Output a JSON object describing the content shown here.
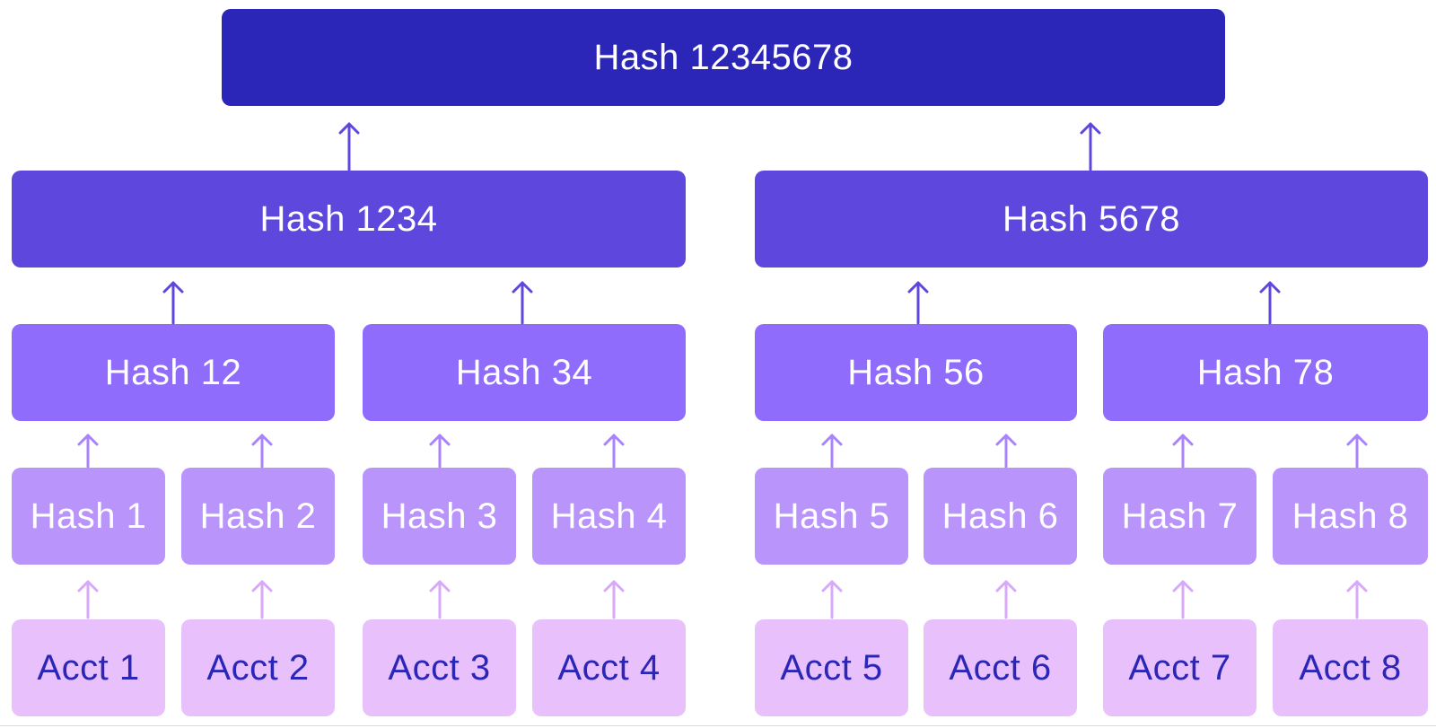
{
  "colors": {
    "root": "#2b26b8",
    "level2": "#5d47dd",
    "level1": "#8f6cfb",
    "leaf_hash": "#b894fb",
    "account": "#e8c0fb",
    "account_text": "#2b26b8",
    "arrow_dark": "#5d47dd",
    "arrow_mid": "#a883fb",
    "arrow_light": "#d8a8fb"
  },
  "tree": {
    "root": "Hash 12345678",
    "level2": [
      "Hash 1234",
      "Hash 5678"
    ],
    "level1": [
      "Hash 12",
      "Hash 34",
      "Hash 56",
      "Hash 78"
    ],
    "leaf_hashes": [
      "Hash 1",
      "Hash 2",
      "Hash 3",
      "Hash 4",
      "Hash 5",
      "Hash 6",
      "Hash 7",
      "Hash 8"
    ],
    "accounts": [
      "Acct 1",
      "Acct 2",
      "Acct 3",
      "Acct 4",
      "Acct 5",
      "Acct 6",
      "Acct 7",
      "Acct 8"
    ]
  }
}
